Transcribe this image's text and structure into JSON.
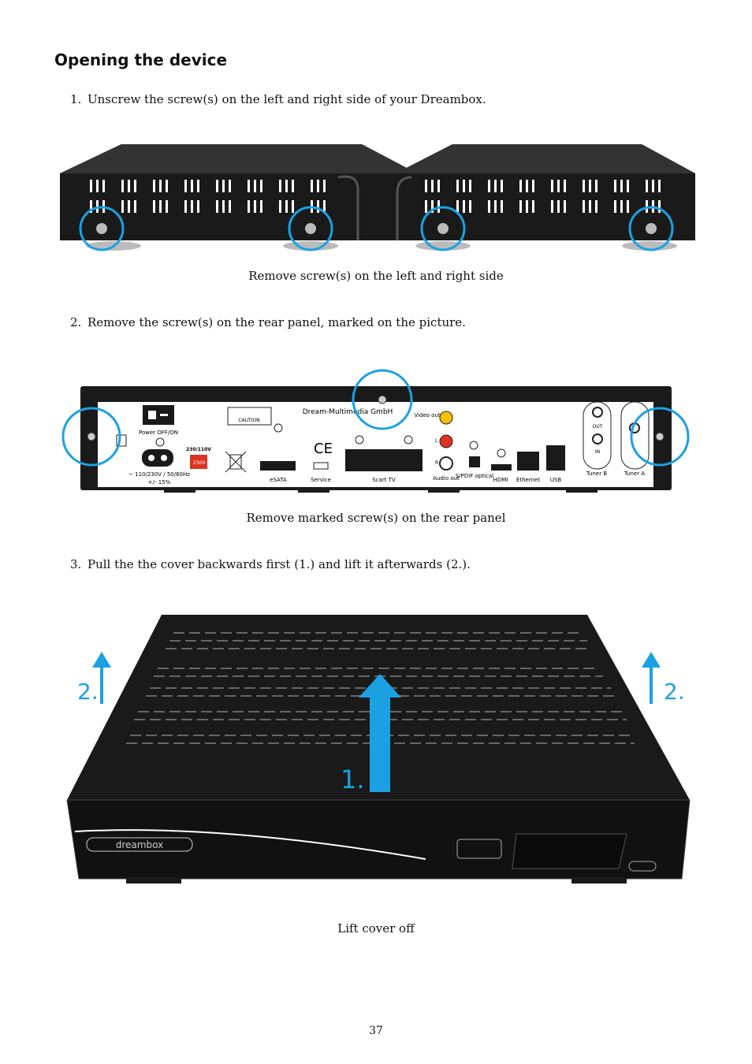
{
  "section_title": "Opening the device",
  "steps": [
    {
      "num": "1.",
      "text": "Unscrew the screw(s) on the left and right side of your Dreambox."
    },
    {
      "num": "2.",
      "text": "Remove the screw(s) on the rear panel, marked on the picture."
    },
    {
      "num": "3.",
      "text": "Pull the the cover backwards first (1.) and lift it afterwards (2.)."
    }
  ],
  "captions": {
    "side": "Remove screw(s) on the left and right side",
    "rear": "Remove marked screw(s) on the rear panel",
    "lift": "Lift cover off"
  },
  "rear_panel": {
    "brand": "Dream-Multimedia GmbH",
    "power": "Power OFF/ON",
    "voltage": "230/110V",
    "switch": "230V",
    "mains": "~ 110/230V / 50/60Hz",
    "tolerance": "+/- 15%",
    "caution": "CAUTION",
    "esata": "eSATA",
    "service": "Service",
    "scart": "Scart TV",
    "video_out": "Video out",
    "audio_out": "Audio out",
    "left": "L",
    "right": "R",
    "spdif": "S/PDIF optical",
    "hdmi": "HDMI",
    "ethernet": "Ethernet",
    "usb": "USB",
    "tuner_b": "Tuner B",
    "tuner_a": "Tuner A",
    "out": "OUT",
    "in": "IN"
  },
  "lift_labels": {
    "first": "1.",
    "second_left": "2.",
    "second_right": "2."
  },
  "front_logo": "dreambox",
  "page_number": "37",
  "colors": {
    "accent": "#1ba1e2",
    "device": "#1a1a1a"
  }
}
